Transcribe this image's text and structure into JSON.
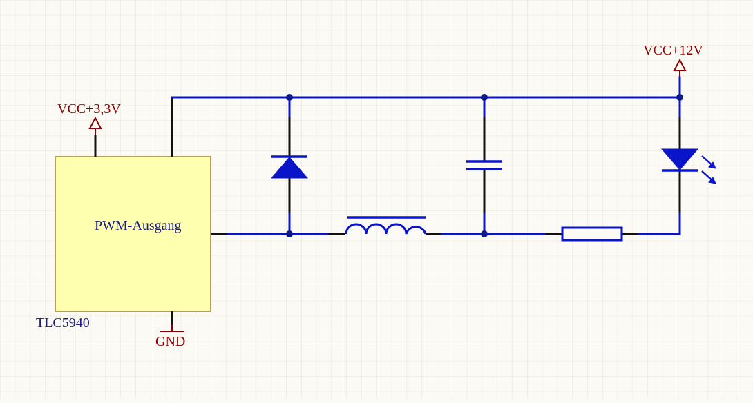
{
  "schematic": {
    "colors": {
      "background": "#fcfaf4",
      "grid": "#e8e4d8",
      "wire": "#0a14c8",
      "junction": "#0c1a8a",
      "power_port": "#8b0000",
      "ic_fill": "#ffffb0",
      "ic_border": "#a08030",
      "label_text": "#1a1a8a"
    },
    "ic": {
      "designator": "TLC5940",
      "pin_label": "PWM-Ausgang"
    },
    "power_ports": {
      "vcc_logic": "VCC+3,3V",
      "vcc_led": "VCC+12V",
      "ground": "GND"
    },
    "components": [
      {
        "type": "diode",
        "icon": "diode-icon"
      },
      {
        "type": "inductor",
        "icon": "inductor-icon"
      },
      {
        "type": "capacitor",
        "icon": "capacitor-icon"
      },
      {
        "type": "resistor",
        "icon": "resistor-icon"
      },
      {
        "type": "led",
        "icon": "led-icon"
      }
    ]
  }
}
